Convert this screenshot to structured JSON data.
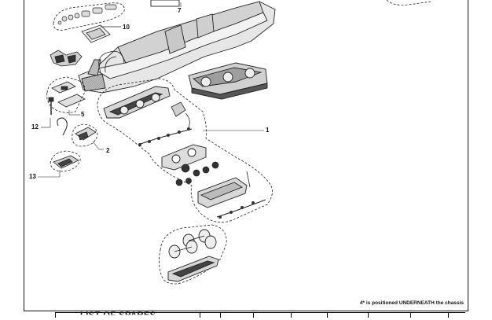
{
  "callouts": {
    "c7": "7",
    "c10": "10",
    "c1": "1",
    "c5": "5",
    "c12": "12",
    "c2": "2",
    "c13": "13"
  },
  "note": "4* is positioned UNDERNEATH the chassis",
  "spares_title": "LIST OF SPARES"
}
